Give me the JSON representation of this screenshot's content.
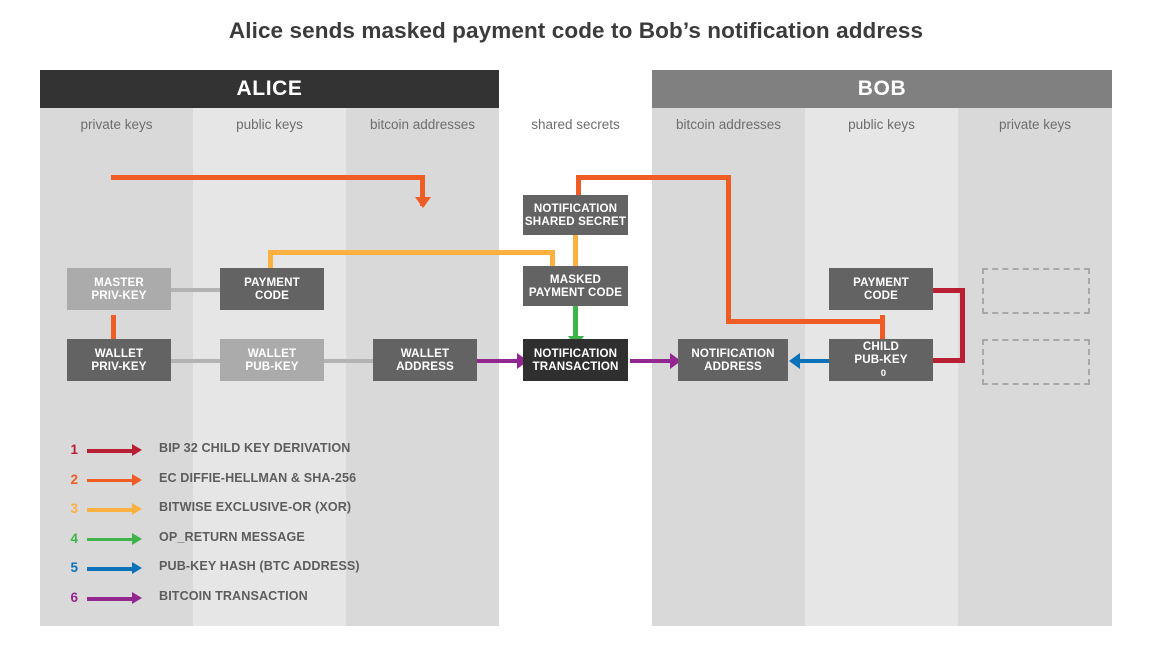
{
  "title": "Alice sends masked payment code to Bob’s notification address",
  "parties": [
    {
      "name": "ALICE",
      "color": "#333333"
    },
    {
      "name": "BOB",
      "color": "#808080"
    }
  ],
  "columns": [
    {
      "label": "private keys",
      "bg": "#d9d9d9"
    },
    {
      "label": "public keys",
      "bg": "#e6e6e6"
    },
    {
      "label": "bitcoin addresses",
      "bg": "#d9d9d9"
    },
    {
      "label": "shared secrets",
      "bg": "#ffffff"
    },
    {
      "label": "bitcoin addresses",
      "bg": "#d9d9d9"
    },
    {
      "label": "public keys",
      "bg": "#e6e6e6"
    },
    {
      "label": "private keys",
      "bg": "#d9d9d9"
    }
  ],
  "nodes": {
    "alice_master_priv": {
      "line1": "MASTER",
      "line2": "PRIV-KEY"
    },
    "alice_payment_code": {
      "line1": "PAYMENT",
      "line2": "CODE"
    },
    "alice_wallet_priv": {
      "line1": "WALLET",
      "line2": "PRIV-KEY"
    },
    "alice_wallet_pub": {
      "line1": "WALLET",
      "line2": "PUB-KEY"
    },
    "alice_wallet_addr": {
      "line1": "WALLET",
      "line2": "ADDRESS"
    },
    "notification_secret": {
      "line1": "NOTIFICATION",
      "line2": "SHARED SECRET"
    },
    "masked_payment_code": {
      "line1": "MASKED",
      "line2": "PAYMENT CODE"
    },
    "notification_tx": {
      "line1": "NOTIFICATION",
      "line2": "TRANSACTION"
    },
    "bob_notification_addr": {
      "line1": "NOTIFICATION",
      "line2": "ADDRESS"
    },
    "bob_payment_code": {
      "line1": "PAYMENT",
      "line2": "CODE"
    },
    "bob_child_pub": {
      "line1": "CHILD",
      "line2": "PUB-KEY",
      "index": "0"
    }
  },
  "legend": [
    {
      "num": "1",
      "label": "BIP 32 CHILD KEY DERIVATION",
      "color": "#b81f33"
    },
    {
      "num": "2",
      "label": "EC DIFFIE-HELLMAN & SHA-256",
      "color": "#ef5c24"
    },
    {
      "num": "3",
      "label": "BITWISE EXCLUSIVE-OR (XOR)",
      "color": "#fbb040"
    },
    {
      "num": "4",
      "label": "OP_RETURN MESSAGE",
      "color": "#3eb54a"
    },
    {
      "num": "5",
      "label": "PUB-KEY HASH (BTC ADDRESS)",
      "color": "#0b72ba"
    },
    {
      "num": "6",
      "label": "BITCOIN TRANSACTION",
      "color": "#92278f"
    }
  ]
}
